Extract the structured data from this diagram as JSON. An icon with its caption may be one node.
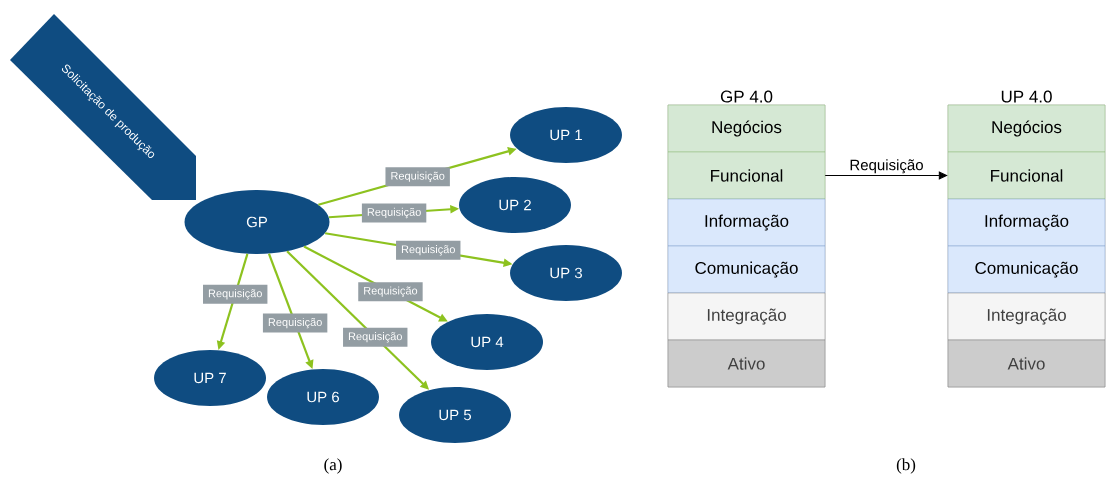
{
  "diagram": {
    "nodes": [
      {
        "text": [
          "Solicitação de produção"
        ]
      },
      {
        "text": [
          "GP"
        ]
      },
      {
        "text": [
          "UP 1"
        ]
      },
      {
        "text": [
          "UP 2"
        ]
      },
      {
        "text": [
          "UP 3"
        ]
      },
      {
        "text": [
          "UP 4"
        ]
      },
      {
        "text": [
          "UP 5"
        ]
      },
      {
        "text": [
          "UP 6"
        ]
      },
      {
        "text": [
          "UP 7"
        ]
      },
      {
        "text": [
          "GP 4.0"
        ]
      },
      {
        "text": [
          "Negócios"
        ],
        "in": 9
      },
      {
        "text": [
          "Funcional"
        ],
        "in": 9
      },
      {
        "text": [
          "Informação"
        ],
        "in": 9
      },
      {
        "text": [
          "Comunicação"
        ],
        "in": 9
      },
      {
        "text": [
          "Integração"
        ],
        "in": 9
      },
      {
        "text": [
          "Ativo"
        ],
        "in": 9
      },
      {
        "text": [
          "UP 4.0"
        ]
      },
      {
        "text": [
          "Negócios"
        ],
        "in": 16
      },
      {
        "text": [
          "Funcional"
        ],
        "in": 16
      },
      {
        "text": [
          "Informação"
        ],
        "in": 16
      },
      {
        "text": [
          "Comunicação"
        ],
        "in": 16
      },
      {
        "text": [
          "Integração"
        ],
        "in": 16
      },
      {
        "text": [
          "Ativo"
        ],
        "in": 16
      }
    ],
    "edges": [
      {
        "from": 1,
        "to": 2,
        "arrow": "to",
        "label": "Requisição"
      },
      {
        "from": 1,
        "to": 3,
        "arrow": "to",
        "label": "Requisição"
      },
      {
        "from": 1,
        "to": 4,
        "arrow": "to",
        "label": "Requisição"
      },
      {
        "from": 1,
        "to": 5,
        "arrow": "to",
        "label": "Requisição"
      },
      {
        "from": 1,
        "to": 6,
        "arrow": "to",
        "label": "Requisição"
      },
      {
        "from": 1,
        "to": 7,
        "arrow": "to",
        "label": "Requisição"
      },
      {
        "from": 1,
        "to": 8,
        "arrow": "to",
        "label": "Requisição"
      },
      {
        "from": 11,
        "to": 18,
        "arrow": "to",
        "label": "Requisição",
        "color": "#000000"
      }
    ],
    "labels": [
      "(a)",
      "(b)"
    ]
  }
}
